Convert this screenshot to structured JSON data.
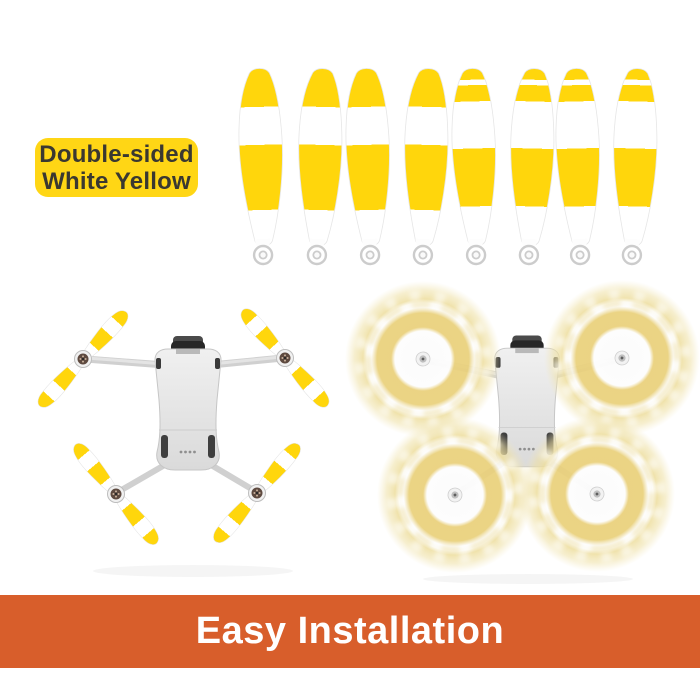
{
  "background": "#FFFFFF",
  "badge": {
    "line1": "Double-sided",
    "line2": "White Yellow",
    "background": "#FFD615",
    "text_color": "#3A3831"
  },
  "banner": {
    "title": "Easy Installation",
    "background": "#D85E2B",
    "text_color": "#FFFFFF"
  },
  "propeller_row": {
    "count": 8,
    "blade_yellow": "#FFD60C",
    "blade_white": "#FFFFFF",
    "alt": "eight white propeller blades with yellow stripes"
  },
  "drones": {
    "left_alt": "drone top view with striped propellers installed",
    "right_alt": "drone top view with propellers spinning as blurred yellow rings",
    "body_gray": "#E4E4E4",
    "spin_ring_gold": "#E9D07A"
  }
}
